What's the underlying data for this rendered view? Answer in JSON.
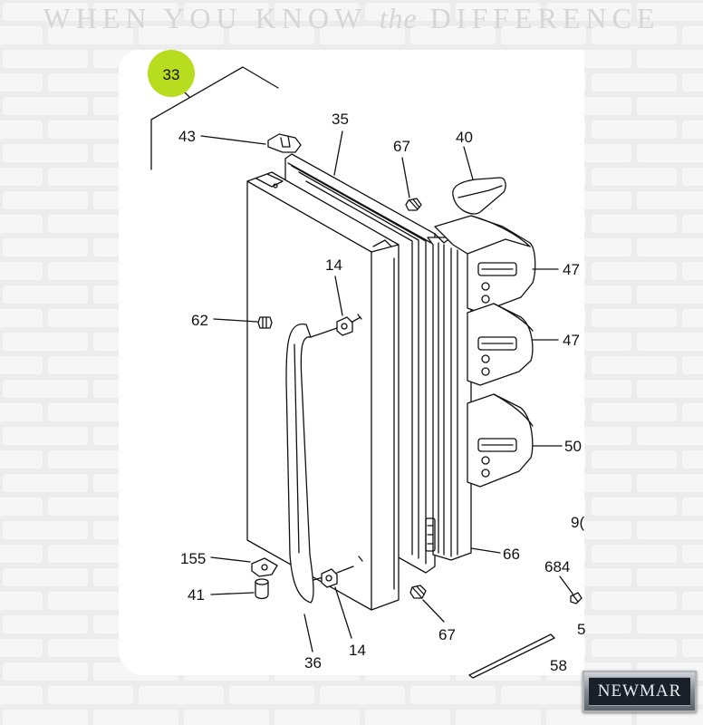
{
  "banner": {
    "text_before": "WHEN YOU KNOW",
    "text_italic": "the",
    "text_after": "DIFFERENCE"
  },
  "colors": {
    "background": "#ececec",
    "panel": "#ffffff",
    "badge": "#b8dc1e",
    "line": "#111111"
  },
  "assembly": {
    "number": "33"
  },
  "callouts": {
    "c43": "43",
    "c35": "35",
    "c67_top": "67",
    "c40": "40",
    "c47_upper": "47",
    "c47_lower": "47",
    "c14_upper": "14",
    "c62": "62",
    "c50": "50",
    "c90_partial": "9(",
    "c155": "155",
    "c66": "66",
    "c684": "684",
    "c41": "41",
    "c5_partial": "5",
    "c67_bottom": "67",
    "c14_lower": "14",
    "c36": "36",
    "c58": "58"
  },
  "logo": {
    "text": "NEWMAR"
  }
}
